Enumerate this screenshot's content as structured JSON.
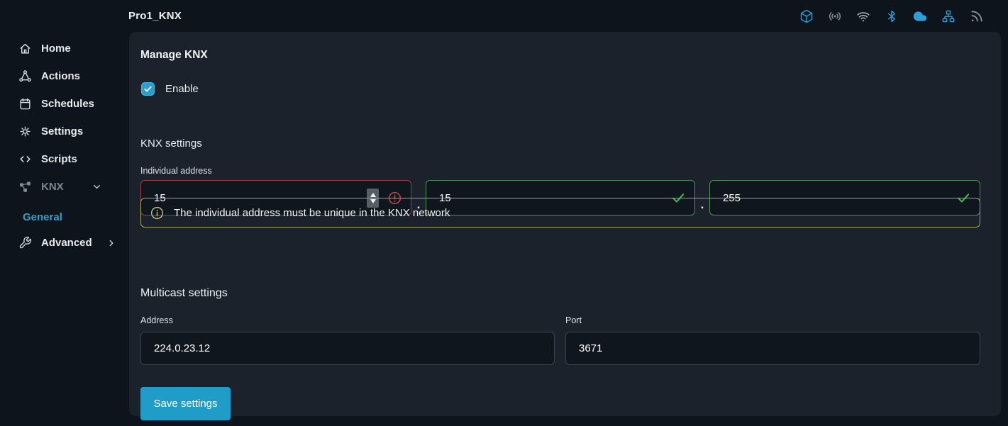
{
  "topbar": {
    "title": "Pro1_KNX",
    "status_icons": [
      {
        "name": "package-icon",
        "color": "#2d9fd6"
      },
      {
        "name": "broadcast-icon",
        "color": "#8b939c"
      },
      {
        "name": "wifi-icon",
        "color": "#aeb6bf"
      },
      {
        "name": "bluetooth-icon",
        "color": "#2d9fd6"
      },
      {
        "name": "cloud-icon",
        "color": "#2d9fd6"
      },
      {
        "name": "network-icon",
        "color": "#2d9fd6"
      },
      {
        "name": "rss-icon",
        "color": "#8b939c"
      }
    ]
  },
  "sidebar": {
    "items": [
      {
        "label": "Home",
        "icon": "home-icon"
      },
      {
        "label": "Actions",
        "icon": "actions-icon"
      },
      {
        "label": "Schedules",
        "icon": "calendar-icon"
      },
      {
        "label": "Settings",
        "icon": "gear-icon"
      },
      {
        "label": "Scripts",
        "icon": "code-icon"
      },
      {
        "label": "KNX",
        "icon": "knx-share-icon",
        "expanded": true
      }
    ],
    "knx_sub_items": [
      {
        "label": "General",
        "active": true
      },
      {
        "label": "Advanced",
        "icon": "wrench-icon",
        "has_submenu": true
      }
    ]
  },
  "main": {
    "title": "Manage KNX",
    "enable": {
      "label": "Enable",
      "checked": true
    },
    "section_label": "KNX settings",
    "individual_address": {
      "label": "Individual address",
      "separator": ".",
      "fields": [
        {
          "value": "15",
          "state": "error"
        },
        {
          "value": "15",
          "state": "valid"
        },
        {
          "value": "255",
          "state": "valid"
        }
      ]
    },
    "info_message": "The individual address must be unique in the KNX network",
    "multicast": {
      "title": "Multicast settings",
      "address_label": "Address",
      "address_value": "224.0.23.12",
      "port_label": "Port",
      "port_value": "3671"
    },
    "save_button_label": "Save settings"
  },
  "colors": {
    "accent": "#1f9cc7",
    "error": "#b13c42",
    "valid": "#4caf50",
    "info_border": "#a6a661",
    "active_link": "#3b9cc1",
    "panel_bg": "#1b222b",
    "page_bg": "#0e141b"
  }
}
